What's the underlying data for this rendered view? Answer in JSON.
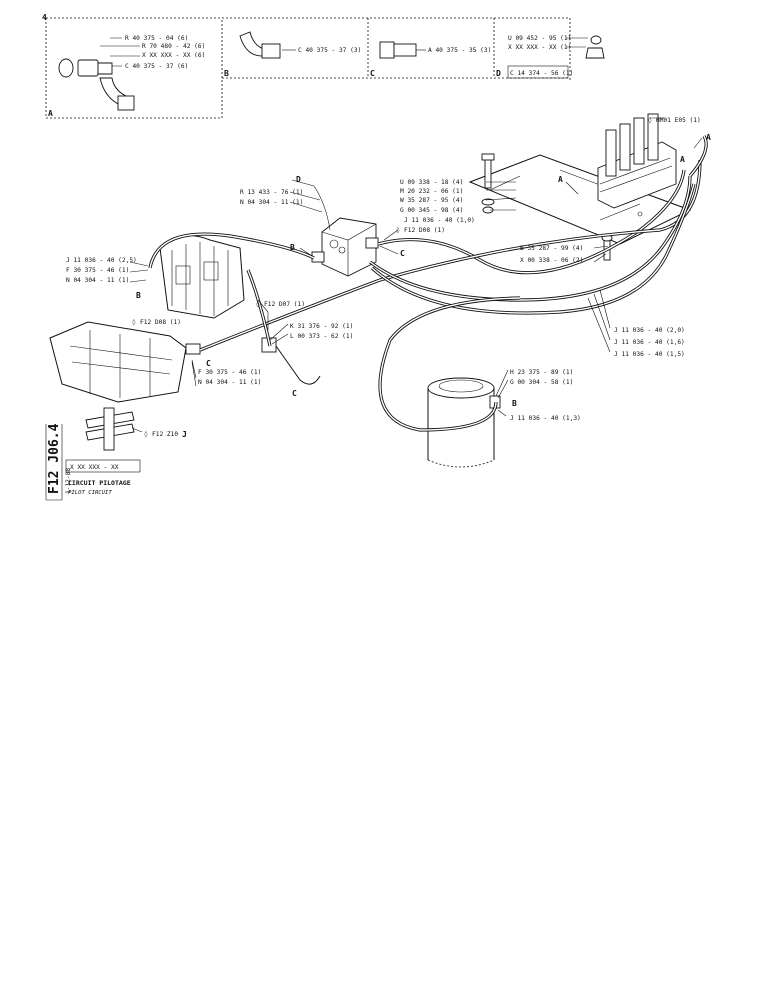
{
  "sheet": {
    "corner_number": "4",
    "panel_letters": {
      "a": "A",
      "b": "B",
      "c": "C",
      "d": "D"
    },
    "code": "F12 J06.4",
    "date": "1-12-88",
    "title_box": "X XX  XXX - XX",
    "title_fr": "CIRCUIT PILOTAGE",
    "title_en": "PILOT CIRCUIT"
  },
  "callouts": {
    "a1": "R 40 375 - 04 (6)",
    "a2": "R 70 480 - 42 (6)",
    "a3": "X XX  XXX - XX (6)",
    "a4": "C 40 375 - 37 (6)",
    "b1": "C 40 375 - 37 (3)",
    "c1": "A 40 375 - 35 (3)",
    "d1": "U 09 452 - 95 (1)",
    "d2": "X XX  XXX - XX (1)",
    "d3": "C 14 374 - 56 (1)",
    "hm01": "HM01  E05 (1)",
    "u09": "U 09 338 - 18 (4)",
    "m20": "M 20 232 - 06 (1)",
    "w35": "W 35 287 - 95 (4)",
    "g00a": "G 00 345 - 98 (4)",
    "f12_d08a": "F12  D08 (1)",
    "j11_10": "J 11 036 - 40 (1,0)",
    "r13": "R 13 433 - 76 (1)",
    "n04a": "N 04 304 - 11 (1)",
    "b35": "B 35 287 - 99 (4)",
    "x00": "X 00 338 - 06 (2)",
    "j11_25": "J 11 036 - 40 (2,5)",
    "f30a": "F 30 375 - 46 (1)",
    "n04b": "N 04 304 - 11 (1)",
    "f12_d07": "F12  D07 (1)",
    "f12_d08b": "F12  D08 (1)",
    "k31": "K 31 376 - 92 (1)",
    "l00": "L 00 373 - 62 (1)",
    "f30b": "F 30 375 - 46 (1)",
    "n04c": "N 04 304 - 11 (1)",
    "j11_20": "J 11 036 - 40 (2,0)",
    "j11_16": "J 11 036 - 40 (1,6)",
    "j11_15": "J 11 036 - 40 (1,5)",
    "h23": "H 23 375 - 89 (1)",
    "g00b": "G 00 304 - 58 (1)",
    "j11_13": "J 11 036 - 40 (1,3)",
    "f12_z10": "F12  Z10"
  },
  "markers": {
    "a_top": "A",
    "a_plate": "A",
    "a_right": "A",
    "b_valve": "B",
    "b_left": "B",
    "b_cyl": "B",
    "c_valve": "C",
    "c_mid1": "C",
    "c_mid2": "C",
    "d_valve": "D",
    "j_mark": "J"
  }
}
